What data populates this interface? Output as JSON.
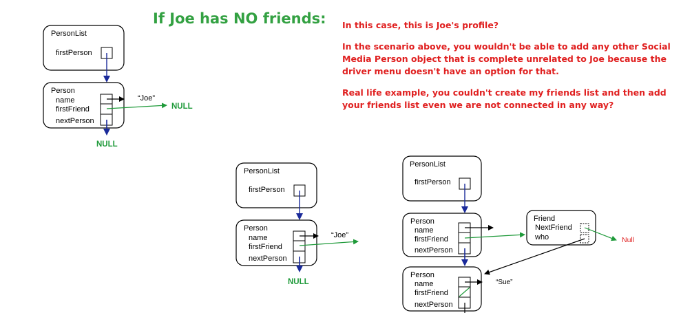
{
  "title": "If Joe has NO friends:",
  "notes": [
    "In this case, this is Joe's profile?",
    "In the scenario above, you wouldn't be able to add any other Social Media Person object that is complete unrelated to Joe because the driver menu doesn't have an option for that.",
    "Real life example, you couldn't create my friends list and then add your friends list even we are not connected in any way?"
  ],
  "labels": {
    "person_list": "PersonList",
    "first_person": "firstPerson",
    "person": "Person",
    "name": "name",
    "first_friend": "firstFriend",
    "next_person": "nextPerson",
    "joe": "“Joe”",
    "sue": "“Sue”",
    "null_caps": "NULL",
    "null_small": "Null",
    "friend": "Friend",
    "next_friend": "NextFriend",
    "who": "who"
  }
}
